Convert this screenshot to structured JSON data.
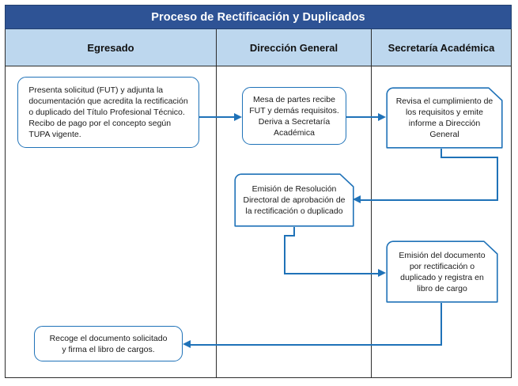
{
  "diagram": {
    "title": "Proceso de Rectificación y Duplicados",
    "columns": [
      {
        "label": "Egresado"
      },
      {
        "label": "Dirección General"
      },
      {
        "label": "Secretaría Académica"
      }
    ],
    "colors": {
      "title_bar_bg": "#2e5395",
      "title_bar_text": "#ffffff",
      "header_bg": "#bdd7ee",
      "header_text": "#111111",
      "shape_border": "#1f72b8",
      "shape_fill": "#ffffff",
      "connector": "#1f72b8",
      "table_border": "#2c2c2c"
    },
    "nodes": [
      {
        "id": "n1",
        "lane": "Egresado",
        "shape": "rounded",
        "text": "Presenta solicitud (FUT) y adjunta la\ndocumentación que acredita la rectificación\no duplicado del Título Profesional Técnico.\nRecibo de pago por el concepto según\nTUPA vigente."
      },
      {
        "id": "n2",
        "lane": "Dirección General",
        "shape": "rounded",
        "text": "Mesa de partes recibe\nFUT y demás requisitos.\nDeriva a Secretaría\nAcadémica"
      },
      {
        "id": "n3",
        "lane": "Secretaría Académica",
        "shape": "clipped",
        "text": "Revisa el cumplimiento de\nlos requisitos y emite\ninforme a Dirección\nGeneral"
      },
      {
        "id": "n4",
        "lane": "Dirección General",
        "shape": "clipped",
        "text": "Emisión de Resolución\nDirectoral de aprobación de\nla rectificación o duplicado"
      },
      {
        "id": "n5",
        "lane": "Secretaría Académica",
        "shape": "clipped",
        "text": "Emisión del documento\npor rectificación o\nduplicado y registra en\nlibro de cargo"
      },
      {
        "id": "n6",
        "lane": "Egresado",
        "shape": "rounded",
        "text": "Recoge el documento solicitado\ny firma el libro de cargos."
      }
    ],
    "edges": [
      {
        "id": "e1",
        "from": "n1",
        "to": "n2",
        "direction": "right"
      },
      {
        "id": "e2",
        "from": "n2",
        "to": "n3",
        "direction": "right"
      },
      {
        "id": "e3",
        "from": "n3",
        "to": "n4",
        "direction": "left"
      },
      {
        "id": "e4",
        "from": "n4",
        "to": "n5",
        "direction": "right"
      },
      {
        "id": "e5",
        "from": "n5",
        "to": "n6",
        "direction": "left"
      }
    ]
  }
}
